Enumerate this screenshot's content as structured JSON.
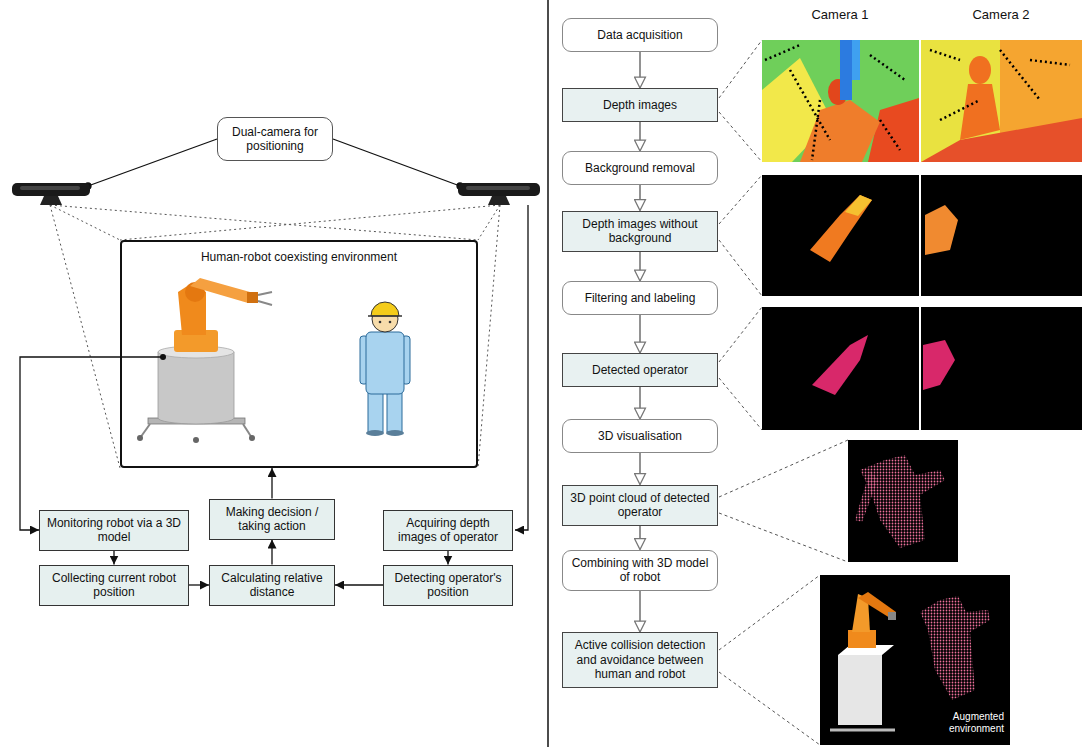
{
  "diagram": {
    "nodes": [
      {
        "text": [
          "Dual-camera for positioning"
        ]
      },
      {
        "text": [
          "Human-robot coexisting environment"
        ]
      },
      {
        "text": [
          "Monitoring robot via a 3D model"
        ]
      },
      {
        "text": [
          "Making decision / taking action"
        ]
      },
      {
        "text": [
          "Acquiring depth images of operator"
        ]
      },
      {
        "text": [
          "Collecting current robot position"
        ]
      },
      {
        "text": [
          "Calculating relative distance"
        ]
      },
      {
        "text": [
          "Detecting operator's position"
        ]
      },
      {
        "text": [
          "Data acquisition"
        ]
      },
      {
        "text": [
          "Depth images"
        ]
      },
      {
        "text": [
          "Background removal"
        ]
      },
      {
        "text": [
          "Depth images without background"
        ]
      },
      {
        "text": [
          "Filtering and labeling"
        ]
      },
      {
        "text": [
          "Detected operator"
        ]
      },
      {
        "text": [
          "3D visualisation"
        ]
      },
      {
        "text": [
          "3D point cloud of detected operator"
        ]
      },
      {
        "text": [
          "Combining with 3D model of robot"
        ]
      },
      {
        "text": [
          "Active collision detection and avoidance between human and robot"
        ]
      }
    ],
    "edges": [
      {
        "from": 1,
        "to": 2,
        "arrow": "to"
      },
      {
        "from": 2,
        "to": 5,
        "arrow": "to"
      },
      {
        "from": 5,
        "to": 6,
        "arrow": "to"
      },
      {
        "from": 6,
        "to": 3,
        "arrow": "to"
      },
      {
        "from": 3,
        "to": 1,
        "arrow": "to"
      },
      {
        "from": 4,
        "to": 7,
        "arrow": "to"
      },
      {
        "from": 7,
        "to": 6,
        "arrow": "to"
      },
      {
        "from": 8,
        "to": 9,
        "arrow": "to"
      },
      {
        "from": 9,
        "to": 10,
        "arrow": "to"
      },
      {
        "from": 10,
        "to": 11,
        "arrow": "to"
      },
      {
        "from": 11,
        "to": 12,
        "arrow": "to"
      },
      {
        "from": 12,
        "to": 13,
        "arrow": "to"
      },
      {
        "from": 13,
        "to": 14,
        "arrow": "to"
      },
      {
        "from": 14,
        "to": 15,
        "arrow": "to"
      },
      {
        "from": 15,
        "to": 16,
        "arrow": "to"
      },
      {
        "from": 16,
        "to": 17,
        "arrow": "to"
      }
    ],
    "labels": [
      "Camera 1",
      "Camera 2",
      "Augmented environment"
    ]
  }
}
